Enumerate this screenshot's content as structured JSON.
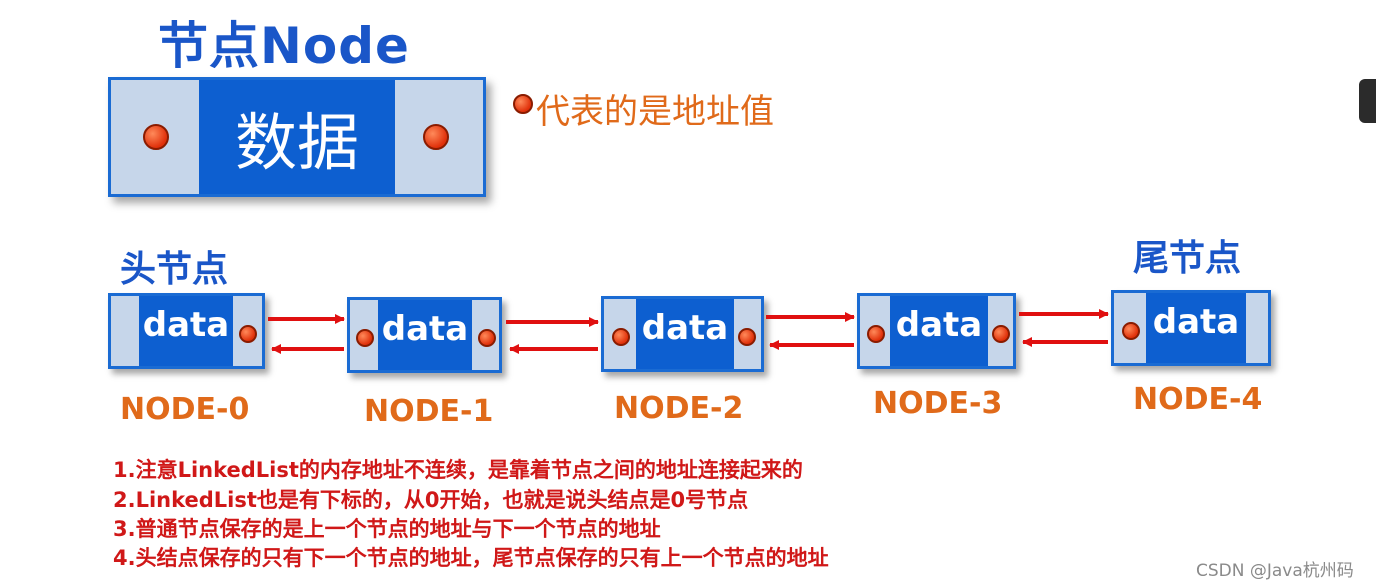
{
  "title": "节点Node",
  "big_node": {
    "data_label": "数据"
  },
  "legend": {
    "text": "代表的是地址值"
  },
  "head_label": "头节点",
  "tail_label": "尾节点",
  "nodes": [
    {
      "data": "data",
      "name": "NODE-0"
    },
    {
      "data": "data",
      "name": "NODE-1"
    },
    {
      "data": "data",
      "name": "NODE-2"
    },
    {
      "data": "data",
      "name": "NODE-3"
    },
    {
      "data": "data",
      "name": "NODE-4"
    }
  ],
  "notes": [
    "1.注意LinkedList的内存地址不连续，是靠着节点之间的地址连接起来的",
    "2.LinkedList也是有下标的，从0开始，也就是说头结点是0号节点",
    "3.普通节点保存的是上一个节点的地址与下一个节点的地址",
    "4.头结点保存的只有下一个节点的地址，尾节点保存的只有上一个节点的地址"
  ],
  "watermark": "CSDN @Java杭州码",
  "colors": {
    "blue": "#0d5fd0",
    "light_blue": "#c6d6ea",
    "orange": "#e06a1a",
    "red": "#d01818",
    "arrow": "#e01010"
  }
}
